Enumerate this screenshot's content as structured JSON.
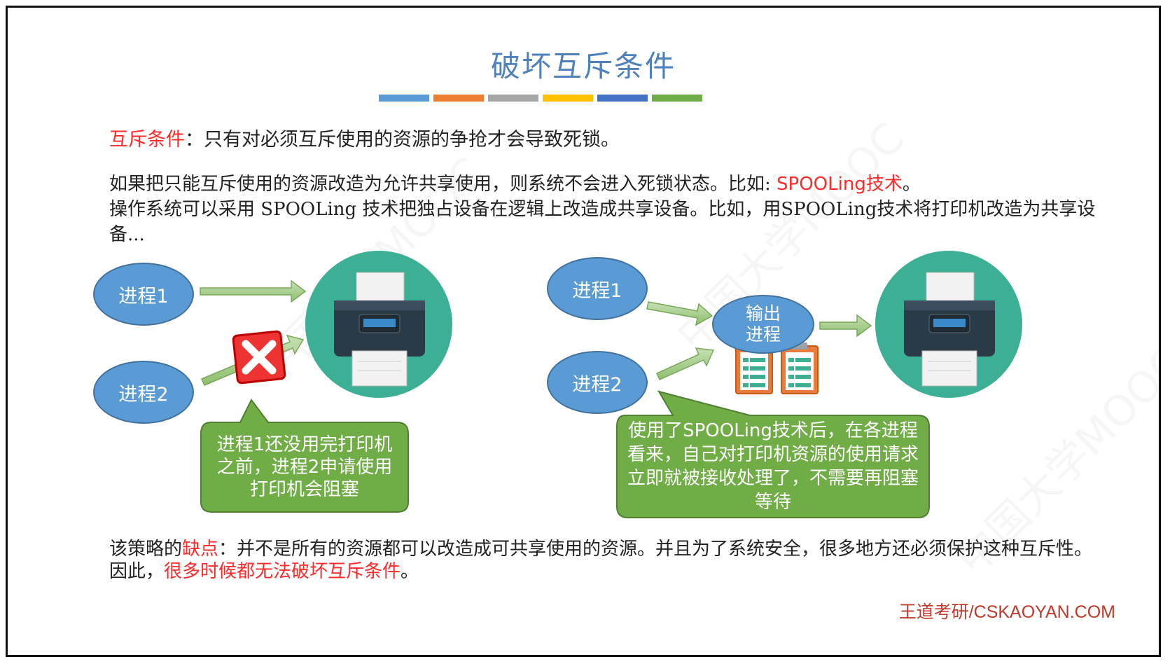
{
  "title": "破坏互斥条件",
  "colors": {
    "stripes": [
      "#5b9bd5",
      "#ed7d31",
      "#a5a5a5",
      "#ffc000",
      "#4472c4",
      "#70ad47"
    ],
    "red": "#ff2a2a",
    "ellipse": "#5b9bd5",
    "bubble": "#70ad47",
    "circle": "#3daf95"
  },
  "para1": {
    "term": "互斥条件",
    "text": "：只有对必须互斥使用的资源的争抢才会导致死锁。"
  },
  "para2": {
    "line1_text": "如果把只能互斥使用的资源改造为允许共享使用，则系统不会进入死锁状态。比如: ",
    "line1_red": "SPOOLing技术",
    "line1_end": "。",
    "rest": "操作系统可以采用 SPOOLing 技术把独占设备在逻辑上改造成共享设备。比如，用SPOOLing技术将打印机改造为共享设备..."
  },
  "left_diagram": {
    "process1": "进程1",
    "process2": "进程2",
    "bubble": "进程1还没用完打印机之前，进程2申请使用打印机会阻塞",
    "icons": [
      "printer-icon",
      "red-x-icon"
    ]
  },
  "right_diagram": {
    "process1": "进程1",
    "process2": "进程2",
    "output_process": "输出进程",
    "bubble": "使用了SPOOLing技术后，在各进程看来，自己对打印机资源的使用请求立即就被接收处理了，不需要再阻塞等待",
    "icons": [
      "printer-icon",
      "clipboard-icon"
    ]
  },
  "para3": {
    "start": "该策略的",
    "term": "缺点",
    "middle": "：并不是所有的资源都可以改造成可共享使用的资源。并且为了系统安全，很多地方还必须保护这种互斥性。因此，",
    "red": "很多时候都无法破坏互斥条件",
    "end": "。"
  },
  "footer": "王道考研/CSKAOYAN.COM",
  "watermark": "中国大学MOOC"
}
